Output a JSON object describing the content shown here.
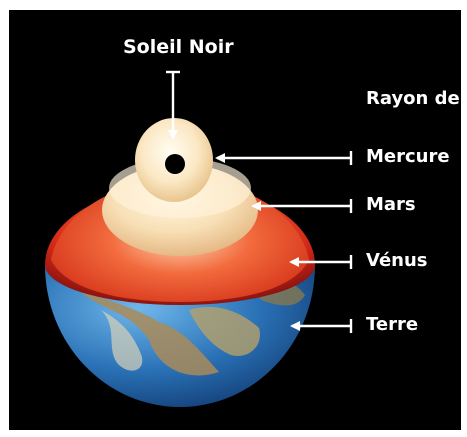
{
  "labels": {
    "title": "Soleil Noir",
    "rayon": "Rayon de",
    "mercure": "Mercure",
    "mars": "Mars",
    "venus": "Vénus",
    "terre": "Terre"
  },
  "colors": {
    "background": "#000000",
    "frame": "#ffffff",
    "black_sun": "#000000",
    "mercure_shell": "#fbe9c4",
    "mars_shell": "#f6d7a8",
    "venus_shell": "#e8341c",
    "terre_ocean": "#2f7ec1",
    "terre_land": "#a98b5a",
    "arrows": "#ffffff"
  }
}
